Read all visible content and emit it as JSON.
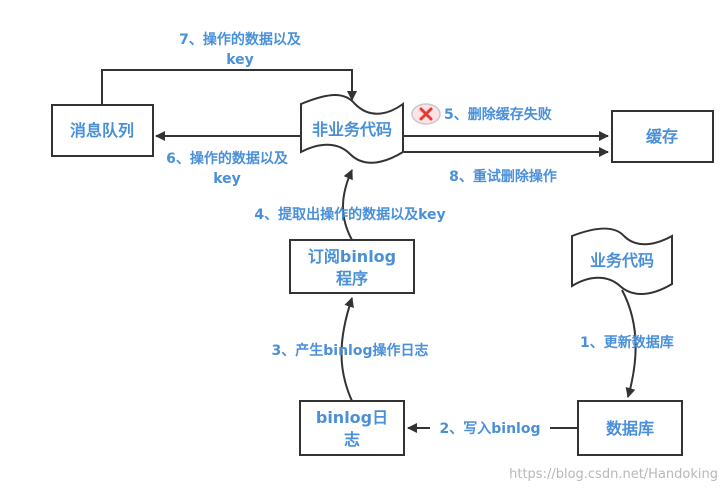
{
  "nodes": {
    "message_queue": "消息队列",
    "non_business_code": "非业务代码",
    "cache": "缓存",
    "subscribe_binlog": [
      "订阅binlog",
      "程序"
    ],
    "business_code": "业务代码",
    "database": "数据库",
    "binlog_log": [
      "binlog日",
      "志"
    ]
  },
  "edges": {
    "step1": "1、更新数据库",
    "step2": "2、写入binlog",
    "step3": "3、产生binlog操作日志",
    "step4": "4、提取出操作的数据以及key",
    "step5": "5、删除缓存失败",
    "step6": [
      "6、操作的数据以及",
      "key"
    ],
    "step7": [
      "7、操作的数据以及",
      "key"
    ],
    "step8": "8、重试删除操作"
  },
  "icons": {
    "fail": "x-circle-icon"
  },
  "watermark": "https://blog.csdn.net/Handoking",
  "colors": {
    "text_blue": "#4a90d9",
    "border": "#333333",
    "fail_red": "#e53935"
  }
}
